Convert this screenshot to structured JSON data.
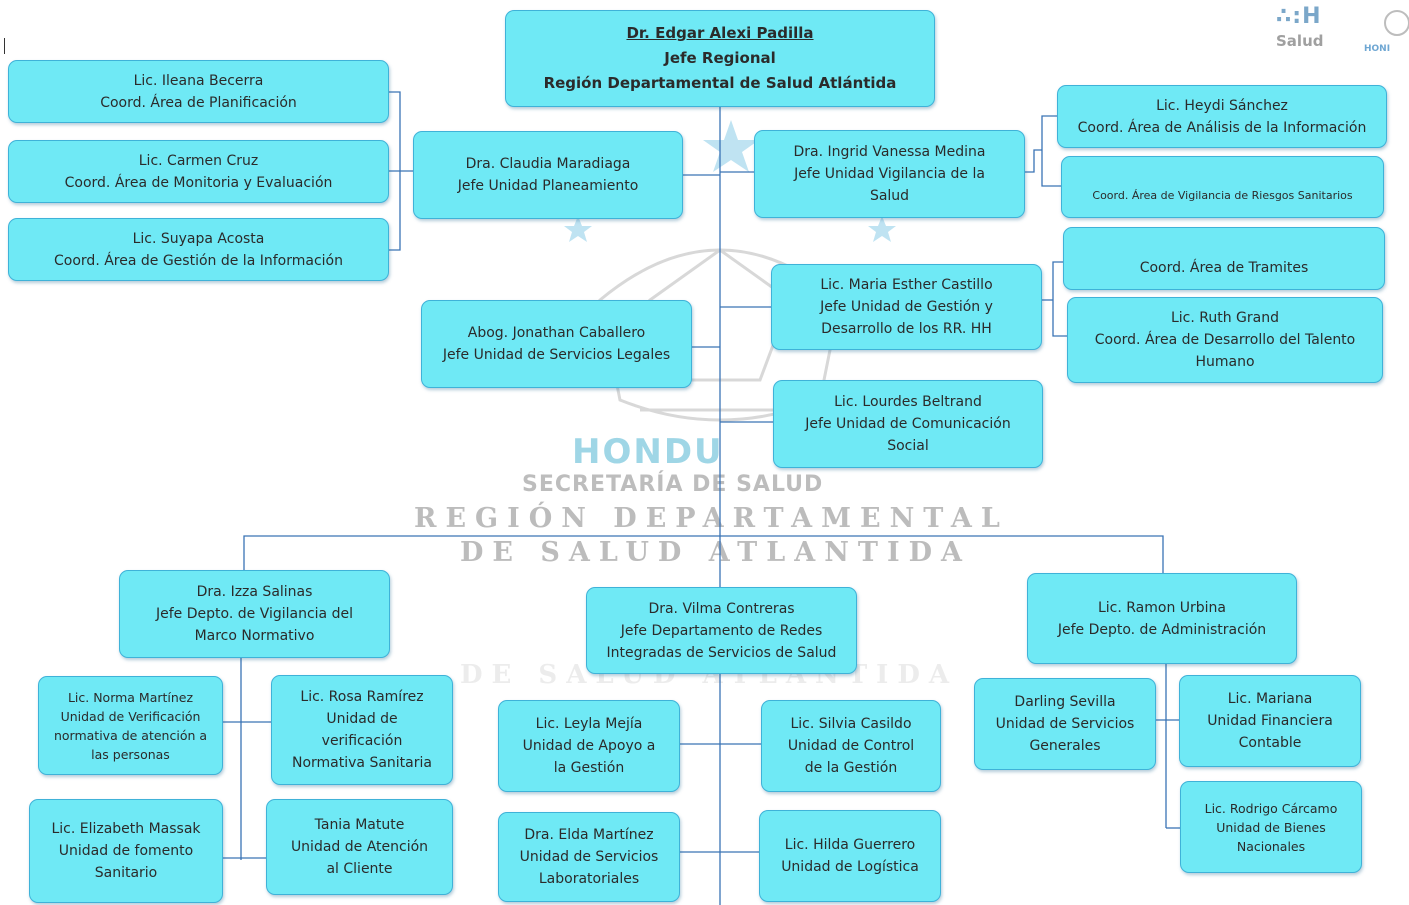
{
  "watermark": {
    "line1": "HONDU",
    "line2": "SECRETARÍA DE SALUD",
    "line3": "REGIÓN DEPARTAMENTAL",
    "line4": "DE SALUD ATLANTIDA",
    "line5": "DE SALUD ATLANTIDA"
  },
  "logo": {
    "mark": "∴:H",
    "name": "Salud"
  },
  "logo2": {
    "text": "HONI"
  },
  "colors": {
    "box_fill": "#6fe9f5",
    "box_border": "#3fb2d8",
    "connector": "#3a73b5"
  },
  "nodes": {
    "root": [
      "Dr. Edgar Alexi Padilla",
      "Jefe Regional",
      "Región Departamental de Salud Atlántida"
    ],
    "planeamiento": [
      "Dra. Claudia Maradiaga",
      "Jefe Unidad Planeamiento"
    ],
    "becerra": [
      "Lic. Ileana Becerra",
      "Coord. Área de Planificación"
    ],
    "cruz": [
      "Lic. Carmen Cruz",
      "Coord. Área de Monitoria y Evaluación"
    ],
    "acosta": [
      "Lic. Suyapa Acosta",
      "Coord. Área de Gestión de la Información"
    ],
    "vigilancia": [
      "Dra. Ingrid Vanessa Medina",
      "Jefe Unidad Vigilancia de la",
      "Salud"
    ],
    "sanchez": [
      "Lic. Heydi Sánchez",
      "Coord. Área de Análisis de la Información"
    ],
    "riesgos": [
      "Coord. Área de Vigilancia de Riesgos Sanitarios"
    ],
    "legales": [
      "Abog. Jonathan Caballero",
      "Jefe Unidad de Servicios Legales"
    ],
    "rrhh": [
      "Lic. Maria Esther Castillo",
      "Jefe Unidad de Gestión y",
      "Desarrollo de los RR. HH"
    ],
    "tramites": [
      "Coord. Área de Tramites"
    ],
    "grand": [
      "Lic. Ruth Grand",
      "Coord. Área de Desarrollo del Talento",
      "Humano"
    ],
    "comunicacion": [
      "Lic. Lourdes Beltrand",
      "Jefe Unidad de Comunicación",
      "Social"
    ],
    "salinas": [
      "Dra. Izza Salinas",
      "Jefe Depto. de Vigilancia del",
      "Marco Normativo"
    ],
    "contreras": [
      "Dra. Vilma Contreras",
      "Jefe Departamento de Redes",
      "Integradas de Servicios de Salud"
    ],
    "urbina": [
      "Lic. Ramon Urbina",
      "Jefe Depto. de Administración"
    ],
    "martinez_n": [
      "Lic. Norma Martínez",
      "Unidad de Verificación",
      "normativa de atención a",
      "las personas"
    ],
    "ramirez": [
      "Lic. Rosa Ramírez",
      "Unidad de",
      "verificación",
      "Normativa Sanitaria"
    ],
    "massak": [
      "Lic. Elizabeth Massak",
      "Unidad de fomento",
      "Sanitario"
    ],
    "matute": [
      "Tania Matute",
      "Unidad de Atención",
      "al Cliente"
    ],
    "mejia": [
      "Lic. Leyla Mejía",
      "Unidad de Apoyo a",
      "la Gestión"
    ],
    "casildo": [
      "Lic. Silvia Casildo",
      "Unidad de Control",
      "de la Gestión"
    ],
    "martinez_e": [
      "Dra. Elda Martínez",
      "Unidad de Servicios",
      "Laboratoriales"
    ],
    "guerrero": [
      "Lic. Hilda Guerrero",
      "Unidad de Logística"
    ],
    "sevilla": [
      "Darling Sevilla",
      "Unidad de Servicios",
      "Generales"
    ],
    "mariana": [
      "Lic. Mariana",
      "Unidad Financiera",
      "Contable"
    ],
    "carcamo": [
      "Lic. Rodrigo Cárcamo",
      "Unidad de Bienes",
      "Nacionales"
    ]
  }
}
